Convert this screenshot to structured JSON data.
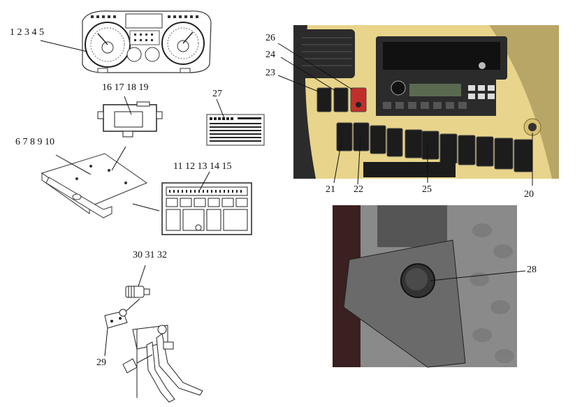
{
  "callouts": {
    "cluster": "1 2 3 4 5",
    "ecu": "16 17 18 19",
    "relay_label": "27",
    "bracket": "6 7 8 9 10",
    "fusebox": "11 12 13 14 15",
    "sensor": "30 31 32",
    "pedal_bracket": "29",
    "n26": "26",
    "n24": "24",
    "n23": "23",
    "n21": "21",
    "n22": "22",
    "n25": "25",
    "n20": "20",
    "n28": "28"
  },
  "colors": {
    "dash_panel": "#e8d48a",
    "dash_dark": "#2b2b2b",
    "red_switch": "#c0302a",
    "floor_cover": "#6a6a6a"
  }
}
